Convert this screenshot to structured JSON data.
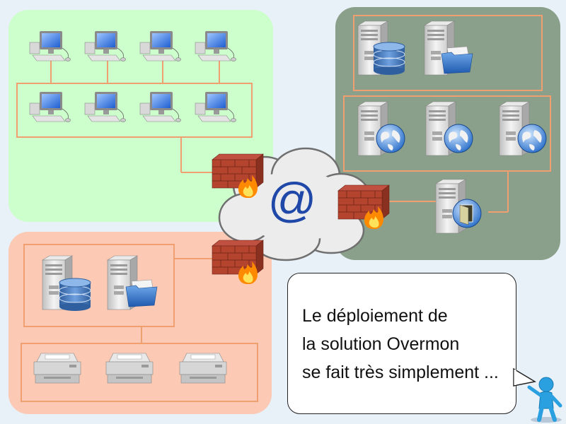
{
  "colors": {
    "workstation_zone": "#ccffcc",
    "datacenter_zone": "#8aa08a",
    "lan_zone": "#fbc9b4",
    "connector": "#f0a070",
    "cloud": "#e6e6e6",
    "at_symbol": "#1f48a8"
  },
  "internet": {
    "symbol": "@",
    "icon": "cloud-icon"
  },
  "callout": {
    "lines": [
      "Le déploiement de",
      "la solution Overmon",
      "se fait très simplement ..."
    ],
    "speaker_icon": "person-pointing-icon"
  },
  "zones": {
    "workstations": {
      "devices": [
        "workstation-icon",
        "workstation-icon",
        "workstation-icon",
        "workstation-icon",
        "workstation-icon",
        "workstation-icon",
        "workstation-icon",
        "workstation-icon"
      ]
    },
    "datacenter": {
      "devices": [
        "database-server-icon",
        "file-server-icon",
        "web-server-icon",
        "web-server-icon",
        "web-server-icon",
        "mail-server-icon"
      ]
    },
    "lan": {
      "devices": [
        "database-server-icon",
        "file-server-icon",
        "printer-icon",
        "printer-icon",
        "printer-icon"
      ]
    }
  },
  "firewalls": [
    "firewall-icon",
    "firewall-icon",
    "firewall-icon"
  ]
}
